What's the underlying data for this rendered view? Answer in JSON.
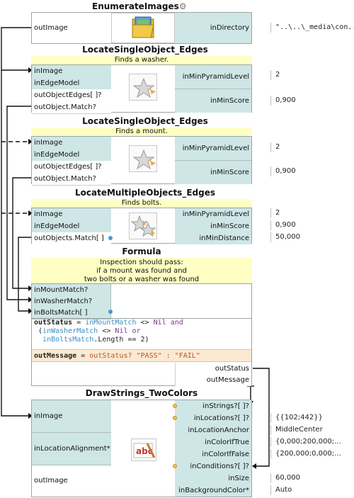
{
  "enumerate": {
    "title": "EnumerateImages",
    "out_image": "outImage",
    "in_directory": "inDirectory",
    "directory_value": "\"..\\..\\_media\\con..."
  },
  "locate1": {
    "title": "LocateSingleObject_Edges",
    "desc": "Finds a washer.",
    "left": [
      "inImage",
      "inEdgeModel",
      "outObjectEdges[ ]?",
      "outObject.Match?"
    ],
    "right": [
      "inMinPyramidLevel",
      "inMinScore"
    ],
    "values": [
      "2",
      "0,900"
    ]
  },
  "locate2": {
    "title": "LocateSingleObject_Edges",
    "desc": "Finds a mount.",
    "left": [
      "inImage",
      "inEdgeModel",
      "outObjectEdges[ ]?",
      "outObject.Match?"
    ],
    "right": [
      "inMinPyramidLevel",
      "inMinScore"
    ],
    "values": [
      "2",
      "0,900"
    ]
  },
  "locate3": {
    "title": "LocateMultipleObjects_Edges",
    "desc": "Finds bolts.",
    "left": [
      "inImage",
      "inEdgeModel",
      "outObjects.Match[ ]"
    ],
    "right": [
      "inMinPyramidLevel",
      "inMinScore",
      "inMinDistance"
    ],
    "values": [
      "2",
      "0,900",
      "50,000"
    ]
  },
  "formula": {
    "title": "Formula",
    "desc": [
      "Inspection should pass:",
      "if a mount was found and",
      "two bolts or a washer was found"
    ],
    "inputs": [
      "inMountMatch?",
      "inWasherMatch?",
      "inBoltsMatch[ ]"
    ],
    "outputs": [
      "outStatus",
      "outMessage"
    ]
  },
  "draw": {
    "title": "DrawStrings_TwoColors",
    "left": [
      "inImage",
      "inLocationAlignment*",
      "outImage"
    ],
    "right": [
      "inStrings?[ ]?",
      "inLocations?[ ]?",
      "inLocationAnchor",
      "inColorIfTrue",
      "inColorIfFalse",
      "inConditions?[ ]?",
      "inSize",
      "inBackgroundColor*"
    ],
    "values": [
      "",
      "{{102;442}}",
      "MiddleCenter",
      "{0,000;200,000;...",
      "{200,000;0,000;...",
      "",
      "60,000",
      "Auto"
    ]
  },
  "colors": {
    "pin": "#cfe6e6",
    "desc": "#ffffc4",
    "formula_msg": "#fbe9d2",
    "keyword": "#7a3a8a",
    "ident": "#3b8ec0",
    "string": "#b5582a"
  }
}
